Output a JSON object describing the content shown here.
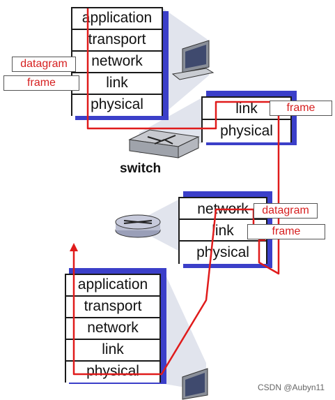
{
  "top_host": {
    "layers": [
      "application",
      "transport",
      "network",
      "link",
      "physical"
    ],
    "tags": [
      "datagram",
      "frame"
    ]
  },
  "switch": {
    "layers": [
      "link",
      "physical"
    ],
    "tags": [
      "frame"
    ],
    "caption": "switch"
  },
  "router": {
    "layers": [
      "network",
      "link",
      "physical"
    ],
    "tags": [
      "datagram",
      "frame"
    ]
  },
  "bottom_host": {
    "layers": [
      "application",
      "transport",
      "network",
      "link",
      "physical"
    ]
  },
  "watermark": "CSDN @Aubyn11",
  "colors": {
    "path": "#e01b1b",
    "shadow": "#3b3fc9",
    "tag_text": "#d61f1f"
  },
  "icons": [
    "top-computer-icon",
    "switch-icon",
    "router-icon",
    "bottom-computer-icon"
  ]
}
